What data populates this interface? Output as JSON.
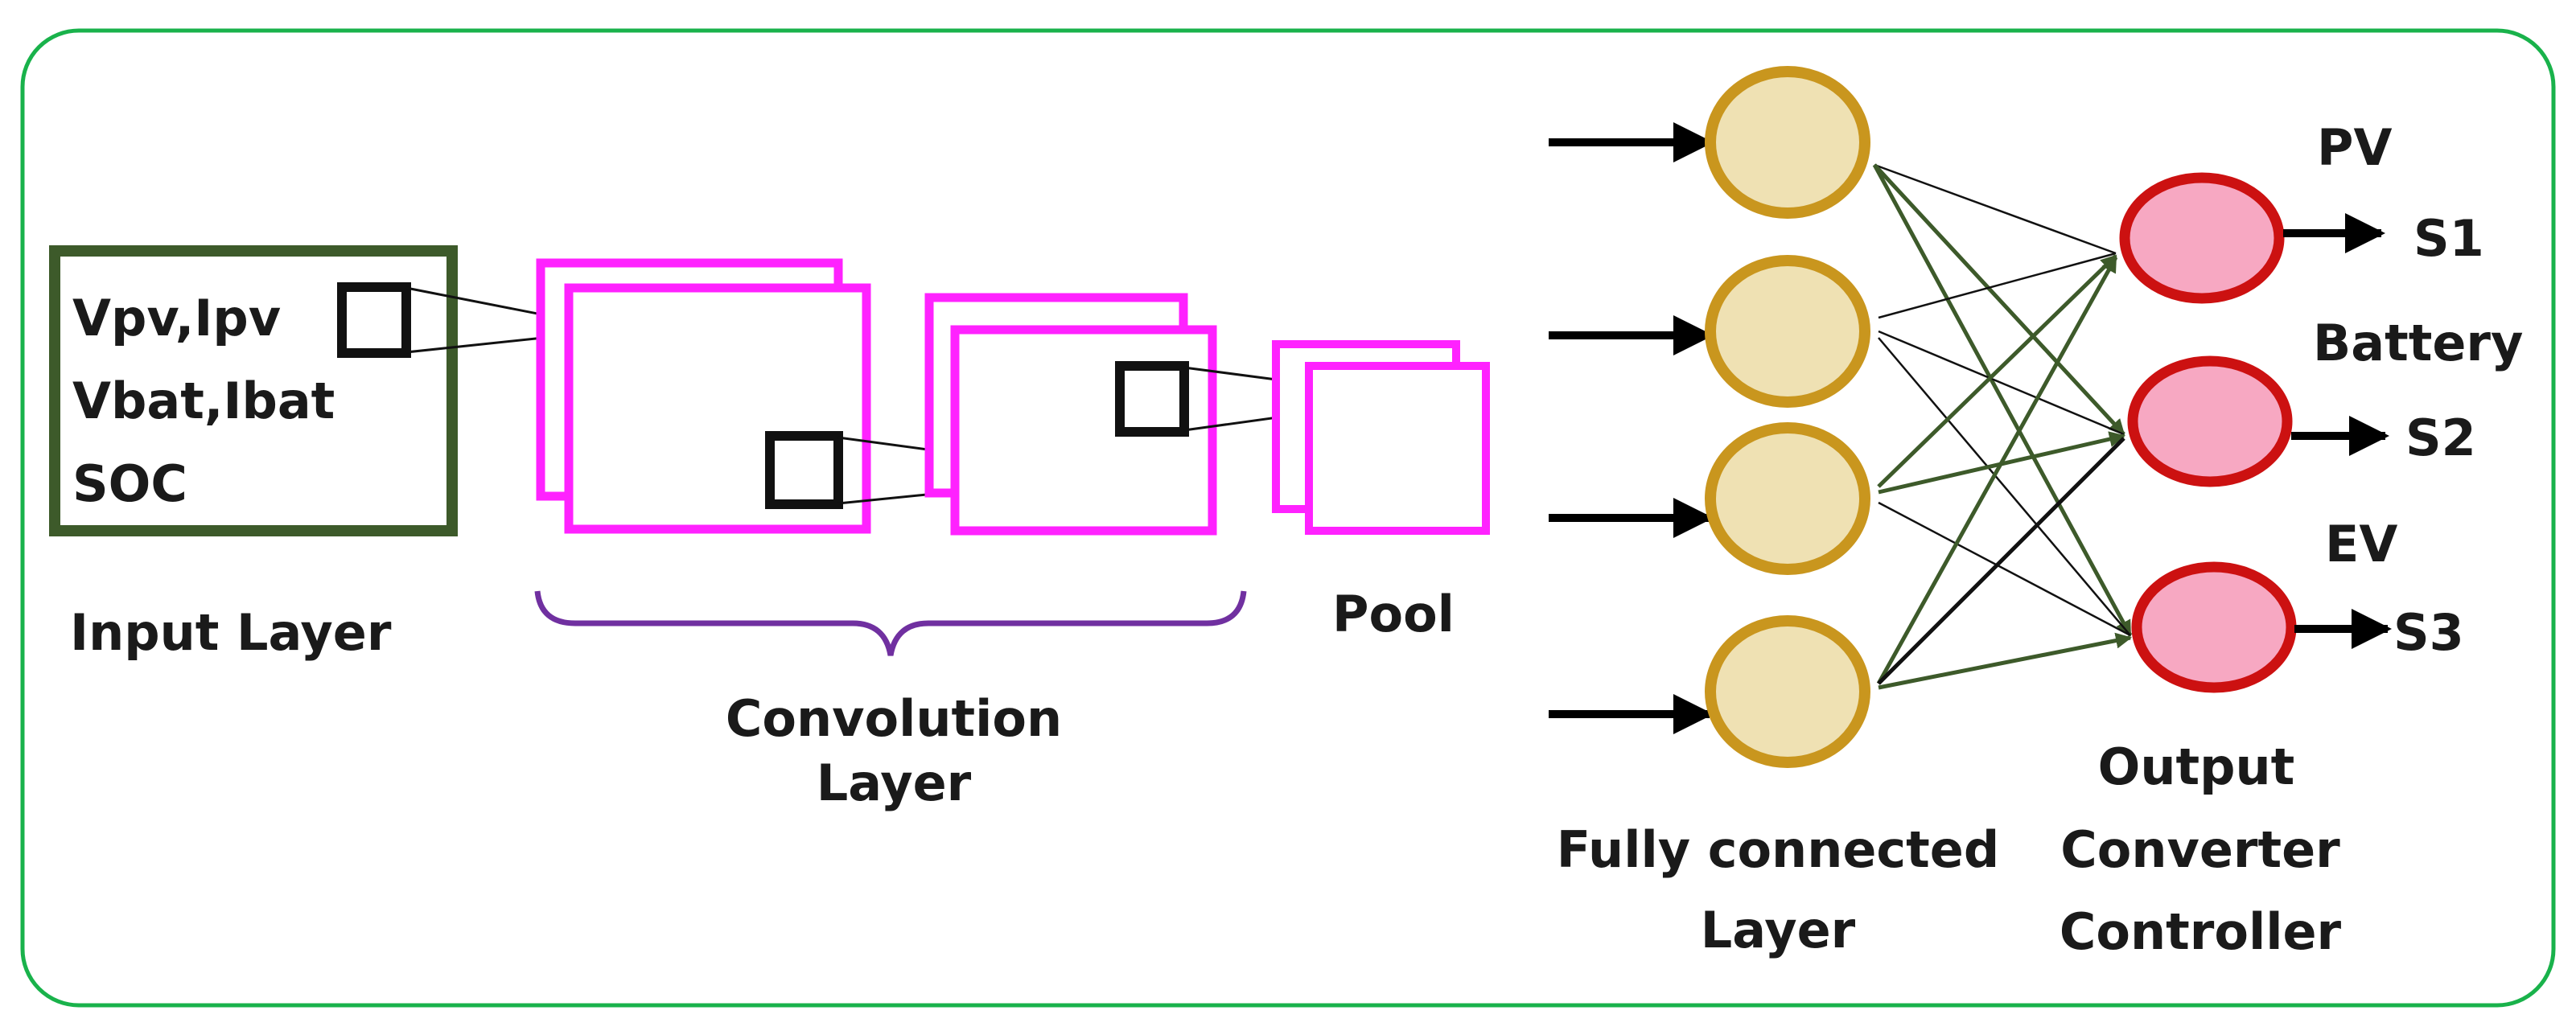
{
  "colors": {
    "frame": "#19b24b",
    "input_box": "#3d5a2a",
    "conv_box": "#ff22ff",
    "brace": "#7030a0",
    "hidden_node_fill": "#efe1b3",
    "hidden_node_stroke": "#c9961e",
    "output_node_fill": "#f7a8c2",
    "output_node_stroke": "#cc1111",
    "green_edge": "#3d5a2a",
    "black": "#000000"
  },
  "input": {
    "lines": [
      "Vpv,Ipv",
      "Vbat,Ibat",
      "SOC"
    ],
    "label": "Input Layer"
  },
  "convolution": {
    "label_line1": "Convolution",
    "label_line2": "Layer"
  },
  "pool": {
    "label": "Pool"
  },
  "fully_connected": {
    "label_line1": "Fully connected",
    "label_line2": "Layer",
    "node_count": 4
  },
  "output": {
    "label_line1": "Output",
    "label_line2": "Converter",
    "label_line3": "Controller",
    "nodes": [
      {
        "name": "PV",
        "signal": "S1"
      },
      {
        "name": "Battery",
        "signal": "S2"
      },
      {
        "name": "EV",
        "signal": "S3"
      }
    ]
  }
}
